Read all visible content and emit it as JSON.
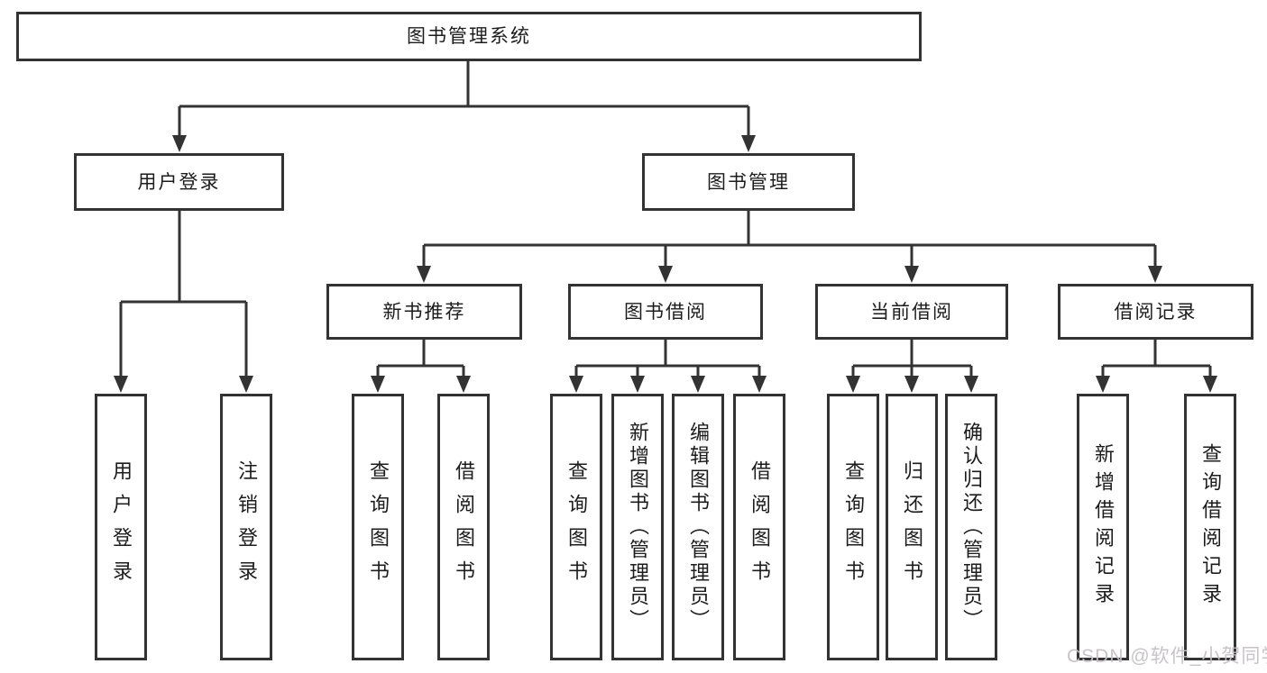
{
  "diagram": {
    "watermark": "CSDN @软件_小贺同学",
    "colors": {
      "line": "#333333",
      "border": "#333333",
      "text": "#1c1c1c",
      "background": "#ffffff",
      "watermark": "#c6c0c5"
    },
    "nodes": {
      "root": {
        "label": "图书管理系统"
      },
      "user_login_group": {
        "label": "用户登录"
      },
      "book_management": {
        "label": "图书管理"
      },
      "new_book_recommend": {
        "label": "新书推荐"
      },
      "book_borrowing": {
        "label": "图书借阅"
      },
      "current_borrowing": {
        "label": "当前借阅"
      },
      "borrowing_records": {
        "label": "借阅记录"
      },
      "user_login": {
        "label": "用户登录"
      },
      "logout": {
        "label": "注销登录"
      },
      "query_books_recommend": {
        "label": "查询图书"
      },
      "borrow_books_recommend": {
        "label": "借阅图书"
      },
      "query_books_borrowing": {
        "label": "查询图书"
      },
      "add_books_admin": {
        "label": "新增图书（管理员）"
      },
      "edit_books_admin": {
        "label": "编辑图书（管理员）"
      },
      "borrow_books_borrowing": {
        "label": "借阅图书"
      },
      "query_books_current": {
        "label": "查询图书"
      },
      "return_books": {
        "label": "归还图书"
      },
      "confirm_return_admin": {
        "label": "确认归还（管理员）"
      },
      "add_borrow_record": {
        "label": "新增借阅记录"
      },
      "query_borrow_record": {
        "label": "查询借阅记录"
      }
    }
  }
}
